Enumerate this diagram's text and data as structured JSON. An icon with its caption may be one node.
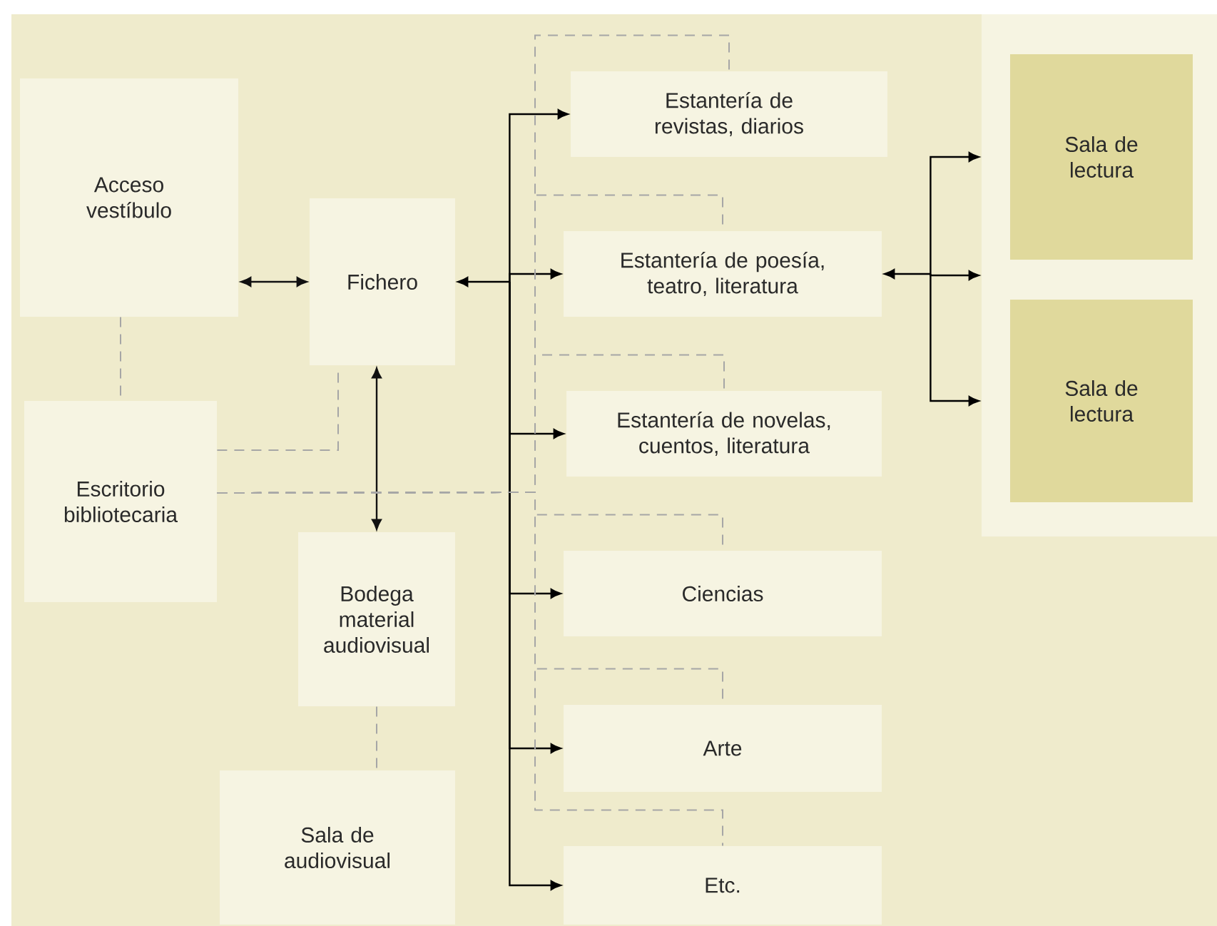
{
  "diagram": {
    "nodes": [
      {
        "text": [
          "Acceso vestíbulo"
        ]
      },
      {
        "text": [
          "Fichero"
        ]
      },
      {
        "text": [
          "Escritorio bibliotecaria"
        ]
      },
      {
        "text": [
          "Bodega material audiovisual"
        ]
      },
      {
        "text": [
          "Sala de audiovisual"
        ]
      },
      {
        "text": [
          "Estantería de revistas, diarios"
        ]
      },
      {
        "text": [
          "Estantería de poesía, teatro, literatura"
        ]
      },
      {
        "text": [
          "Estantería de novelas, cuentos, literatura"
        ]
      },
      {
        "text": [
          "Ciencias"
        ]
      },
      {
        "text": [
          "Arte"
        ]
      },
      {
        "text": [
          "Etc."
        ]
      },
      {
        "text": [],
        "shape": "box"
      },
      {
        "text": [
          "Sala de lectura"
        ],
        "in": 11
      },
      {
        "text": [
          "Sala de lectura"
        ],
        "in": 11
      }
    ],
    "edges": [
      {
        "from": 0,
        "to": 1,
        "arrow": "both"
      },
      {
        "from": 1,
        "to": 5,
        "arrow": "both"
      },
      {
        "from": 1,
        "to": 6,
        "arrow": "both"
      },
      {
        "from": 1,
        "to": 7,
        "arrow": "both"
      },
      {
        "from": 1,
        "to": 8,
        "arrow": "both"
      },
      {
        "from": 1,
        "to": 9,
        "arrow": "both"
      },
      {
        "from": 1,
        "to": 10,
        "arrow": "both"
      },
      {
        "from": 1,
        "to": 3,
        "arrow": "both"
      },
      {
        "from": 6,
        "to": 12,
        "arrow": "both"
      },
      {
        "from": 6,
        "to": 11,
        "arrow": "both"
      },
      {
        "from": 6,
        "to": 13,
        "arrow": "both"
      },
      {
        "from": 0,
        "to": 2,
        "arrow": "none",
        "style": "dashed",
        "color": "#a6a6a6"
      },
      {
        "from": 2,
        "to": 1,
        "arrow": "none",
        "style": "dashed",
        "color": "#a6a6a6"
      },
      {
        "from": 2,
        "to": 5,
        "arrow": "none",
        "style": "dashed",
        "color": "#a6a6a6"
      },
      {
        "from": 2,
        "to": 6,
        "arrow": "none",
        "style": "dashed",
        "color": "#a6a6a6"
      },
      {
        "from": 2,
        "to": 7,
        "arrow": "none",
        "style": "dashed",
        "color": "#a6a6a6"
      },
      {
        "from": 2,
        "to": 8,
        "arrow": "none",
        "style": "dashed",
        "color": "#a6a6a6"
      },
      {
        "from": 2,
        "to": 9,
        "arrow": "none",
        "style": "dashed",
        "color": "#a6a6a6"
      },
      {
        "from": 2,
        "to": 10,
        "arrow": "none",
        "style": "dashed",
        "color": "#a6a6a6"
      },
      {
        "from": 3,
        "to": 4,
        "arrow": "none",
        "style": "dashed",
        "color": "#a6a6a6"
      }
    ]
  }
}
